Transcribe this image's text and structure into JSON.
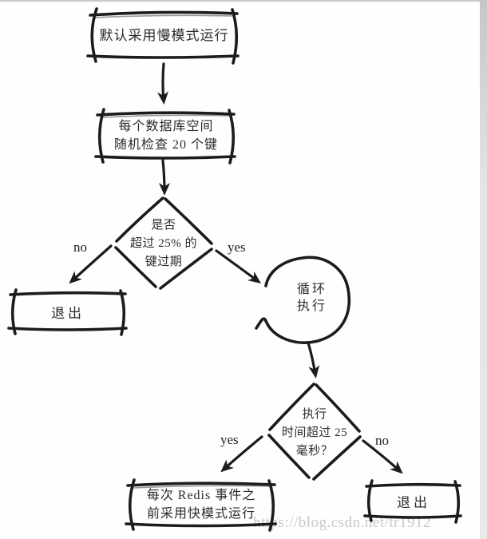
{
  "page": {
    "background_color": "#ffffff",
    "ink_color": "#1c1c1c",
    "watermark_color": "#c8c8c8",
    "edge_strip_color": "#c9c9c9"
  },
  "nodes": {
    "start": {
      "label": "默认采用慢模式运行"
    },
    "check": {
      "line1": "每个数据库空间",
      "line2": "随机检查 20 个键"
    },
    "decision1": {
      "line1": "是否",
      "line2": "超过 25% 的",
      "line3": "键过期"
    },
    "exit_left": {
      "label": "退出"
    },
    "loop": {
      "line1": "循环",
      "line2": "执行"
    },
    "decision2": {
      "line1": "执行",
      "line2": "时间超过 25",
      "line3": "毫秒？"
    },
    "fast_mode": {
      "line1": "每次 Redis 事件之",
      "line2": "前采用快模式运行"
    },
    "exit_right": {
      "label": "退出"
    }
  },
  "edge_labels": {
    "no1": "no",
    "yes1": "yes",
    "yes2": "yes",
    "no2": "no"
  },
  "watermark": {
    "text": "https://blog.csdn.net/tr1912"
  }
}
